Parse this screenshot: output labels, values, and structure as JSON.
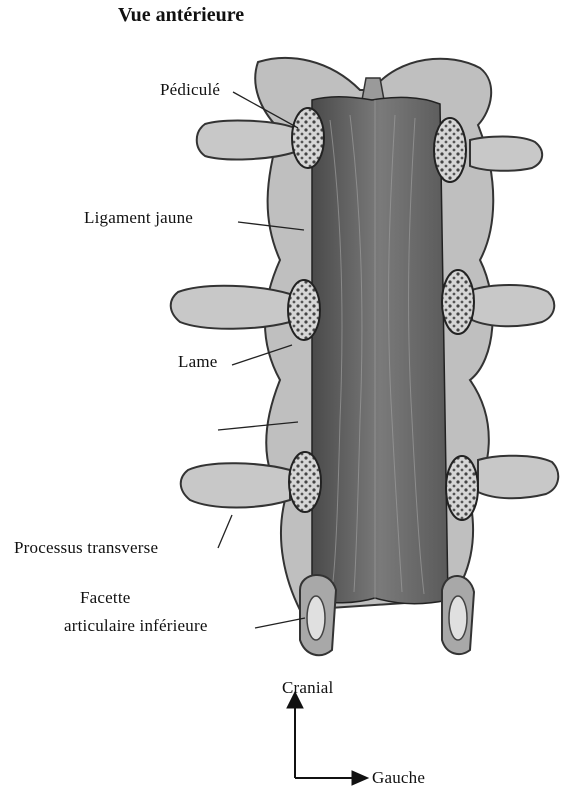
{
  "title": "Vue antérieure",
  "labels": {
    "pedicule": "Pédiculé",
    "ligament_jaune": "Ligament jaune",
    "lame": "Lame",
    "processus_transverse": "Processus transverse",
    "facette_line1": "Facette",
    "facette_line2": "articulaire inférieure"
  },
  "axes": {
    "cranial": "Cranial",
    "gauche": "Gauche"
  },
  "colors": {
    "bone": "#c9c9c9",
    "bone_dark": "#8f8f8f",
    "ligament": "#5e5e5e",
    "outline": "#333333"
  }
}
